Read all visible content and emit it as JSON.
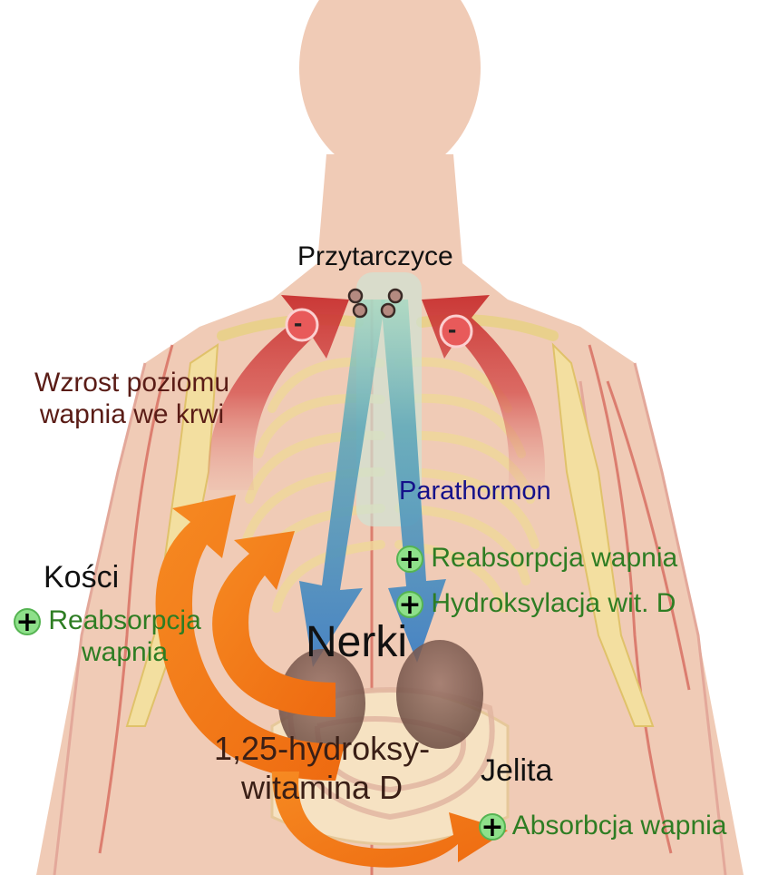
{
  "labels": {
    "parathyroids": "Przytarczyce",
    "blood_calcium": "Wzrost poziomu\nwapnia we krwi",
    "hormone": "Parathormon",
    "kidney_effect_1": "Reabsorpcja wapnia",
    "kidney_effect_2": "Hydroksylacja wit. D",
    "bones": "Kości",
    "bone_effect": "Reabsorpcja\nwapnia",
    "kidneys": "Nerki",
    "vitamin": "1,25-hydroksy-\nwitamina D",
    "intestine": "Jelita",
    "intestine_effect": "Absorbcja wapnia"
  },
  "symbols": {
    "minus": "-",
    "plus": "+"
  },
  "colors": {
    "skin": "#f0cbb6",
    "feedback_arrow": "#d23c3c",
    "hormone_arrow": "#4a86c5",
    "vitamin_arrow": "#f07a1c",
    "effect_text": "#2e7d23",
    "hormone_text": "#15118a",
    "blood_text": "#5a1c16"
  }
}
